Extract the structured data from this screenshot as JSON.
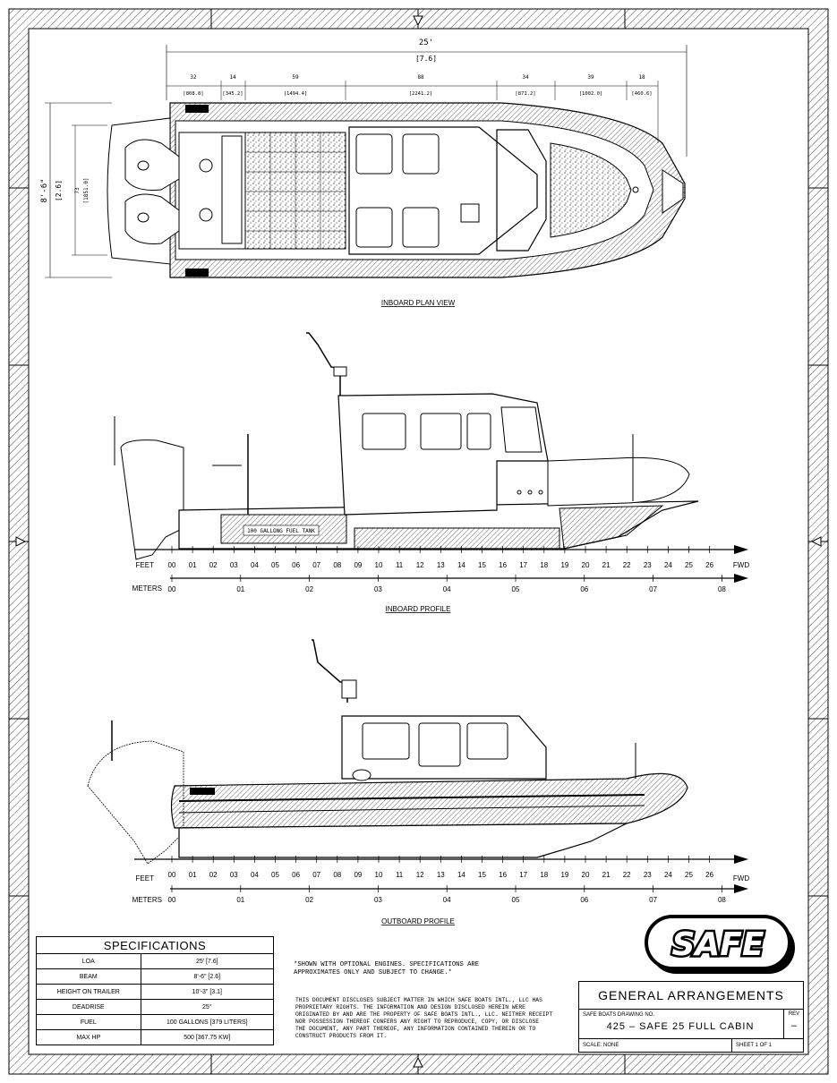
{
  "views": {
    "plan_title": "INBOARD PLAN VIEW",
    "inboard_title": "INBOARD PROFILE",
    "outboard_title": "OUTBOARD PROFILE"
  },
  "dimensions": {
    "overall_length": "25'",
    "overall_length_metric": "[7.6]",
    "segments": [
      {
        "a": "32",
        "b": "[808.8]"
      },
      {
        "a": "14",
        "b": "[345.2]"
      },
      {
        "a": "59",
        "b": "[1494.4]"
      },
      {
        "a": "88",
        "b": "[2241.2]"
      },
      {
        "a": "34",
        "b": "[871.2]"
      },
      {
        "a": "39",
        "b": "[1002.0]"
      },
      {
        "a": "18",
        "b": "[460.6]"
      }
    ],
    "beam": "8'-6\"",
    "beam_metric": "[2.6]",
    "inner_beam": "73",
    "inner_beam_metric": "[1851.0]"
  },
  "fuel_tank_label": "100 GALLONG FUEL TANK",
  "scales": {
    "feet_label": "FEET",
    "meters_label": "METERS",
    "fwd_label": "FWD",
    "feet_ticks": [
      "00",
      "01",
      "02",
      "03",
      "04",
      "05",
      "06",
      "07",
      "08",
      "09",
      "10",
      "11",
      "12",
      "13",
      "14",
      "15",
      "16",
      "17",
      "18",
      "19",
      "20",
      "21",
      "22",
      "23",
      "24",
      "25",
      "26"
    ],
    "meter_ticks": [
      "00",
      "01",
      "02",
      "03",
      "04",
      "05",
      "06",
      "07",
      "08"
    ]
  },
  "specifications": {
    "title": "SPECIFICATIONS",
    "rows": [
      {
        "label": "LOA",
        "value": "25' [7.6]"
      },
      {
        "label": "BEAM",
        "value": "8'-6\" [2.6]"
      },
      {
        "label": "HEIGHT ON TRAILER",
        "value": "10'-3\" [3.1]"
      },
      {
        "label": "DEADRISE",
        "value": "25°"
      },
      {
        "label": "FUEL",
        "value": "100 GALLONS [379 LITERS]"
      },
      {
        "label": "MAX HP",
        "value": "500 [367.75 KW]"
      }
    ]
  },
  "notes": {
    "engines": "*SHOWN WITH OPTIONAL ENGINES. SPECIFICATIONS ARE\nAPPROXIMATES ONLY AND SUBJECT TO CHANGE.*",
    "proprietary": "THIS DOCUMENT DISCLOSES SUBJECT MATTER IN WHICH SAFE BOATS INTL., LLC HAS\nPROPRIETARY RIGHTS. THE INFORMATION AND DESIGN DISCLOSED HEREIN WERE\nORIGINATED BY AND ARE THE PROPERTY OF SAFE BOATS INTL., LLC. NEITHER RECEIPT\nNOR POSSESSION THEREOF CONFERS ANY RIGHT TO REPRODUCE, COPY, OR DISCLOSE\nTHE DOCUMENT, ANY PART THEREOF, ANY INFORMATION CONTAINED THEREIN OR TO\nCONSTRUCT PRODUCTS FROM IT."
  },
  "title_block": {
    "title": "GENERAL ARRANGEMENTS",
    "drawing_no_label": "SAFE BOATS DRAWING NO.",
    "drawing_no": "425  –  SAFE 25 FULL CABIN",
    "rev_label": "REV",
    "rev": "–",
    "scale": "SCALE:      NONE",
    "sheet": "SHEET   1    OF   1"
  },
  "logo_text": "SAFE"
}
